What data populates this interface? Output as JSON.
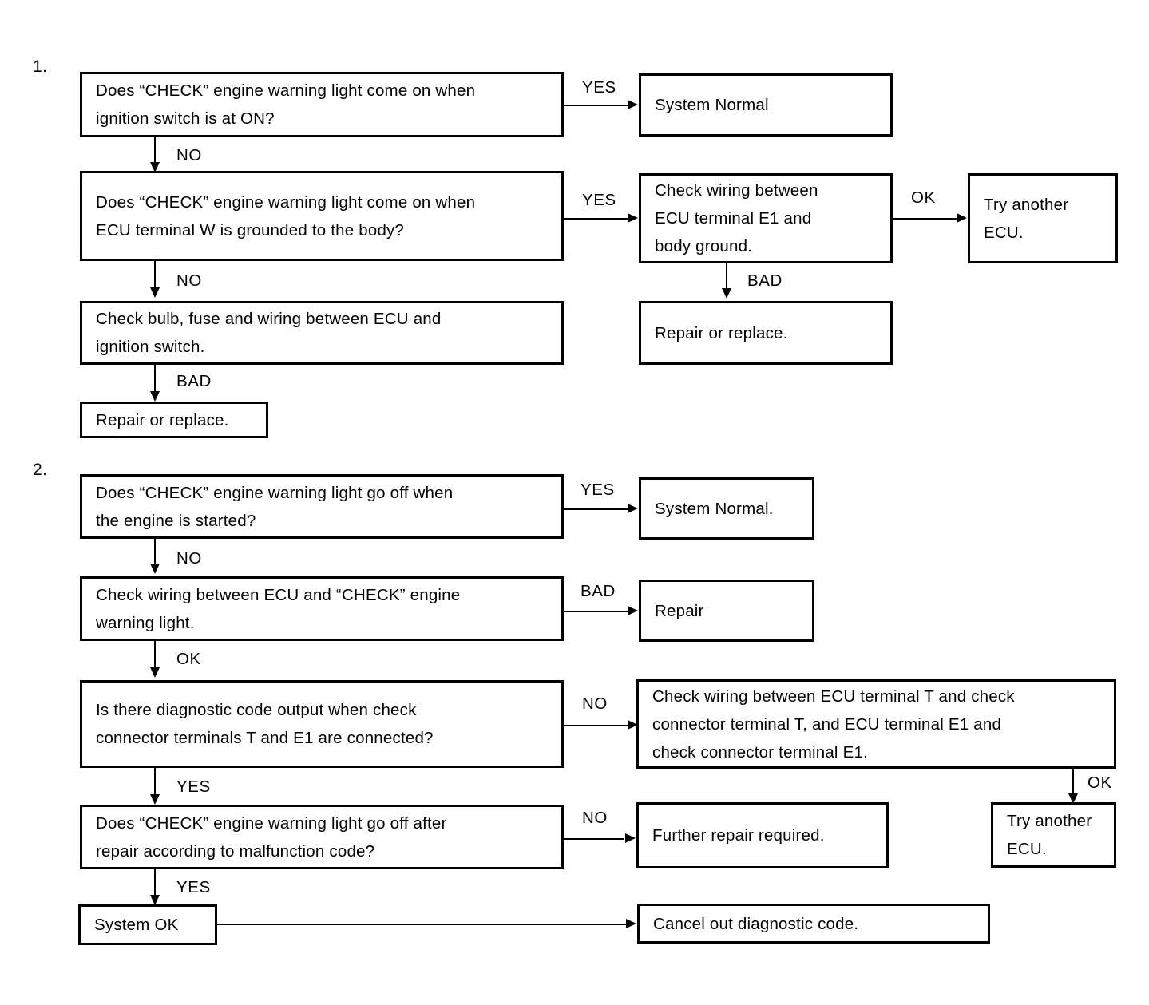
{
  "document": {
    "type": "troubleshooting-flowchart",
    "sections": [
      {
        "number": "1.",
        "nodes": [
          {
            "id": "s1n1",
            "text": "Does “CHECK” engine warning light come on when\nignition switch is at ON?"
          },
          {
            "id": "s1n2",
            "text": "System Normal"
          },
          {
            "id": "s1n3",
            "text": "Does “CHECK” engine warning light come on when\nECU terminal W is grounded to the body?"
          },
          {
            "id": "s1n4",
            "text": "Check wiring between\nECU terminal E1 and\nbody ground."
          },
          {
            "id": "s1n5",
            "text": "Try another\nECU."
          },
          {
            "id": "s1n6",
            "text": "Check bulb, fuse and wiring between ECU and\nignition switch."
          },
          {
            "id": "s1n7",
            "text": "Repair or replace."
          },
          {
            "id": "s1n8",
            "text": "Repair or replace."
          }
        ],
        "edge_labels": [
          {
            "id": "s1e1",
            "text": "YES"
          },
          {
            "id": "s1e2",
            "text": "NO"
          },
          {
            "id": "s1e3",
            "text": "YES"
          },
          {
            "id": "s1e4",
            "text": "OK"
          },
          {
            "id": "s1e5",
            "text": "NO"
          },
          {
            "id": "s1e6",
            "text": "BAD"
          },
          {
            "id": "s1e7",
            "text": "BAD"
          }
        ]
      },
      {
        "number": "2.",
        "nodes": [
          {
            "id": "s2n1",
            "text": "Does “CHECK” engine warning light go off when\nthe engine is started?"
          },
          {
            "id": "s2n2",
            "text": "System Normal."
          },
          {
            "id": "s2n3",
            "text": "Check wiring between ECU and “CHECK” engine\nwarning light."
          },
          {
            "id": "s2n4",
            "text": "Repair"
          },
          {
            "id": "s2n5",
            "text": "Is there diagnostic code output when check\nconnector terminals T and E1 are connected?"
          },
          {
            "id": "s2n6",
            "text": "Check wiring between ECU terminal T and check\nconnector terminal T, and ECU terminal E1 and\ncheck connector terminal E1."
          },
          {
            "id": "s2n7",
            "text": "Does “CHECK” engine warning light go off after\nrepair according to malfunction code?"
          },
          {
            "id": "s2n8",
            "text": "Further repair required."
          },
          {
            "id": "s2n9",
            "text": "Try another\nECU."
          },
          {
            "id": "s2n10",
            "text": "System OK"
          },
          {
            "id": "s2n11",
            "text": "Cancel out diagnostic code."
          }
        ],
        "edge_labels": [
          {
            "id": "s2e1",
            "text": "YES"
          },
          {
            "id": "s2e2",
            "text": "NO"
          },
          {
            "id": "s2e3",
            "text": "BAD"
          },
          {
            "id": "s2e4",
            "text": "OK"
          },
          {
            "id": "s2e5",
            "text": "NO"
          },
          {
            "id": "s2e6",
            "text": "OK"
          },
          {
            "id": "s2e7",
            "text": "YES"
          },
          {
            "id": "s2e8",
            "text": "NO"
          },
          {
            "id": "s2e9",
            "text": "YES"
          }
        ]
      }
    ]
  }
}
